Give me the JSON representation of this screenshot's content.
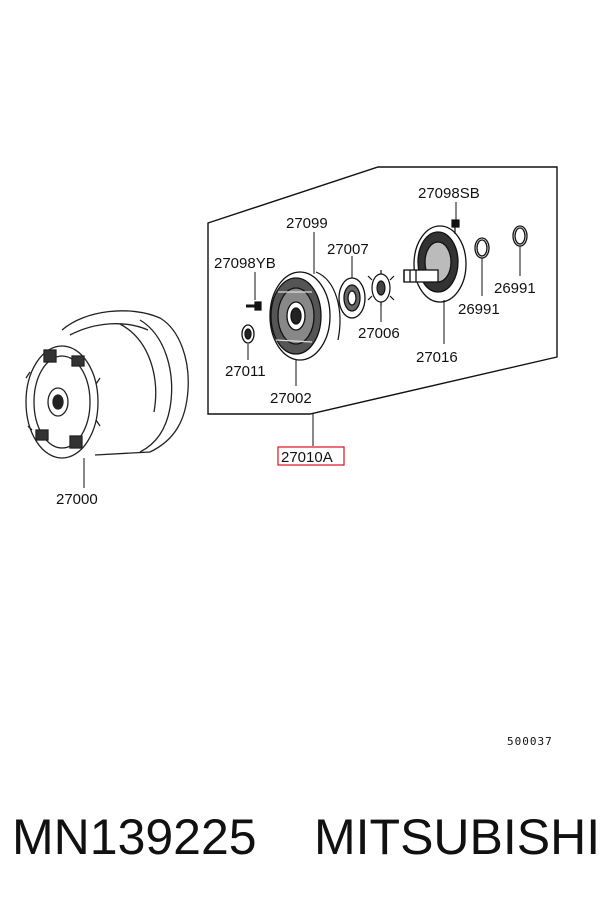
{
  "diagram": {
    "parts": {
      "p27000": "27000",
      "p27002": "27002",
      "p27006": "27006",
      "p27007": "27007",
      "p27011": "27011",
      "p27016": "27016",
      "p27099": "27099",
      "p27098YB": "27098YB",
      "p27098SB": "27098SB",
      "p26991a": "26991",
      "p26991b": "26991",
      "p27010A": "27010A"
    },
    "highlight_color": "#e0101a",
    "figure_code": "500037"
  },
  "footer": {
    "part_number": "MN139225",
    "brand": "MITSUBISHI"
  }
}
